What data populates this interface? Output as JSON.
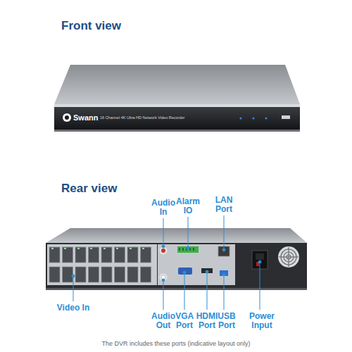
{
  "diagram": {
    "caption": "The DVR includes these ports (indicative layout only)",
    "labels": [
      "Front view",
      "Swann",
      "16 Channel 4K Ultra HD Network Video Recorder",
      "Rear view",
      "Audio In",
      "Alarm IO",
      "LAN Port",
      "Video In",
      "Audio Out",
      "VGA Port",
      "HDMI Port",
      "USB Port",
      "Power Input"
    ]
  }
}
